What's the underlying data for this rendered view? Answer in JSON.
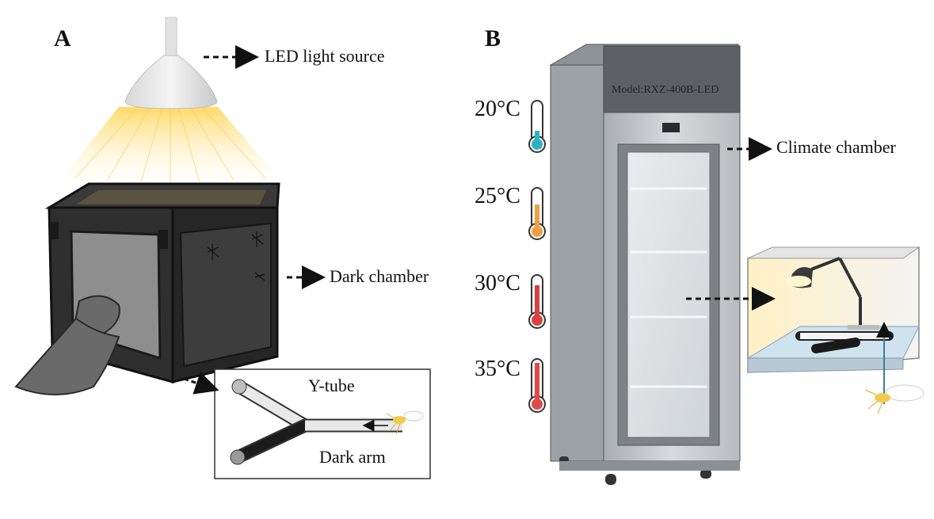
{
  "panels": {
    "a": "A",
    "b": "B"
  },
  "panel_a": {
    "light_label": "LED light source",
    "chamber_label": "Dark chamber",
    "tube_label": "Y-tube",
    "arm_label": "Dark arm"
  },
  "panel_b": {
    "model_label": "Model:RXZ-400B-LED",
    "chamber_label": "Climate chamber",
    "temperatures": [
      "20°C",
      "25°C",
      "30°C",
      "35°C"
    ]
  },
  "colors": {
    "thermo_20": "#2bb3c4",
    "thermo_25": "#f0a040",
    "thermo_30": "#d94040",
    "thermo_35": "#e04848",
    "light_glow": "#ffe08a"
  }
}
